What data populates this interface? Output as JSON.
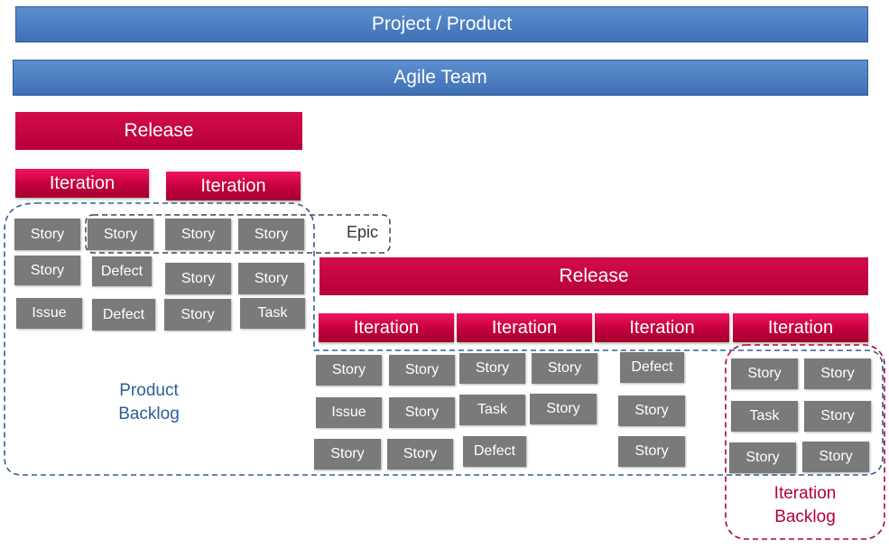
{
  "project_bar": "Project / Product",
  "team_bar": "Agile Team",
  "release_label": "Release",
  "iteration_label": "Iteration",
  "epic_label": "Epic",
  "product_backlog": {
    "line1": "Product",
    "line2": "Backlog"
  },
  "iteration_backlog": {
    "line1": "Iteration",
    "line2": "Backlog"
  },
  "cards": {
    "story": "Story",
    "defect": "Defect",
    "issue": "Issue",
    "task": "Task"
  },
  "colors": {
    "blue_bar": "#4a7fc3",
    "release_red": "#c4003f",
    "card_gray": "#7a7a7a",
    "product_backlog_border": "#2e5e96",
    "iteration_backlog_border": "#b3003b"
  }
}
